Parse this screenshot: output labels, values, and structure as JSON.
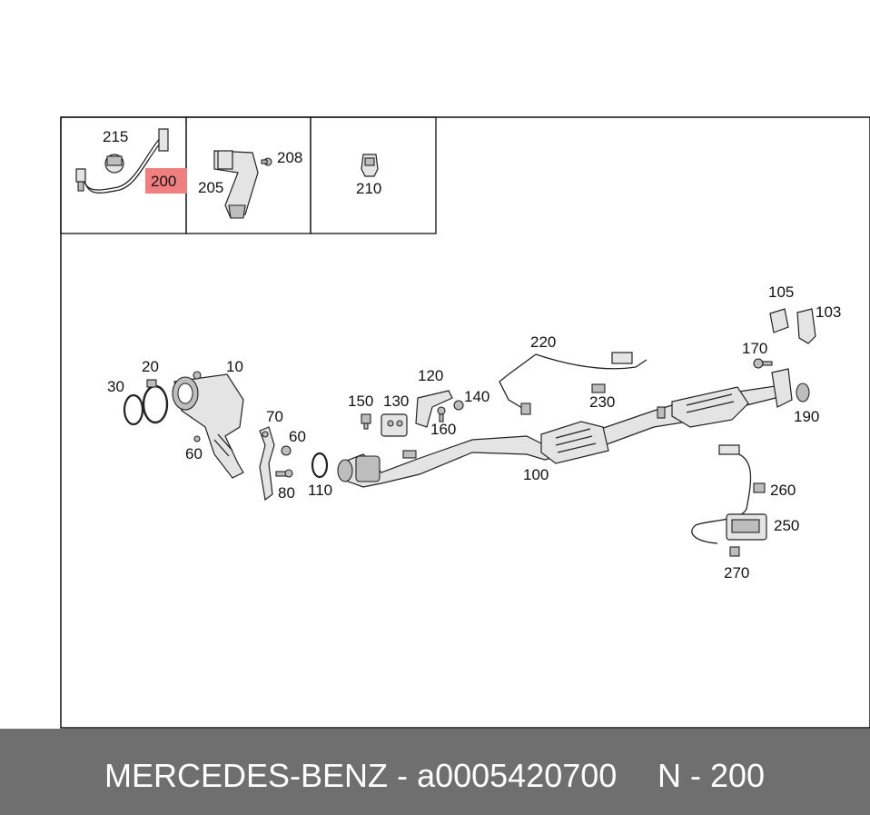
{
  "callouts": {
    "c10": "10",
    "c20": "20",
    "c30": "30",
    "c60a": "60",
    "c60b": "60",
    "c70": "70",
    "c80": "80",
    "c100": "100",
    "c103": "103",
    "c105": "105",
    "c110": "110",
    "c120": "120",
    "c130": "130",
    "c140": "140",
    "c150": "150",
    "c160": "160",
    "c170": "170",
    "c190": "190",
    "c200": "200",
    "c205": "205",
    "c208": "208",
    "c210": "210",
    "c215": "215",
    "c220": "220",
    "c230": "230",
    "c250": "250",
    "c260": "260",
    "c270": "270"
  },
  "highlight": {
    "color": "#f08080",
    "part": "200"
  },
  "footer": {
    "brand": "MERCEDES-BENZ",
    "separator": "-",
    "part_number": "a0005420700",
    "position_label": "N - 200"
  }
}
